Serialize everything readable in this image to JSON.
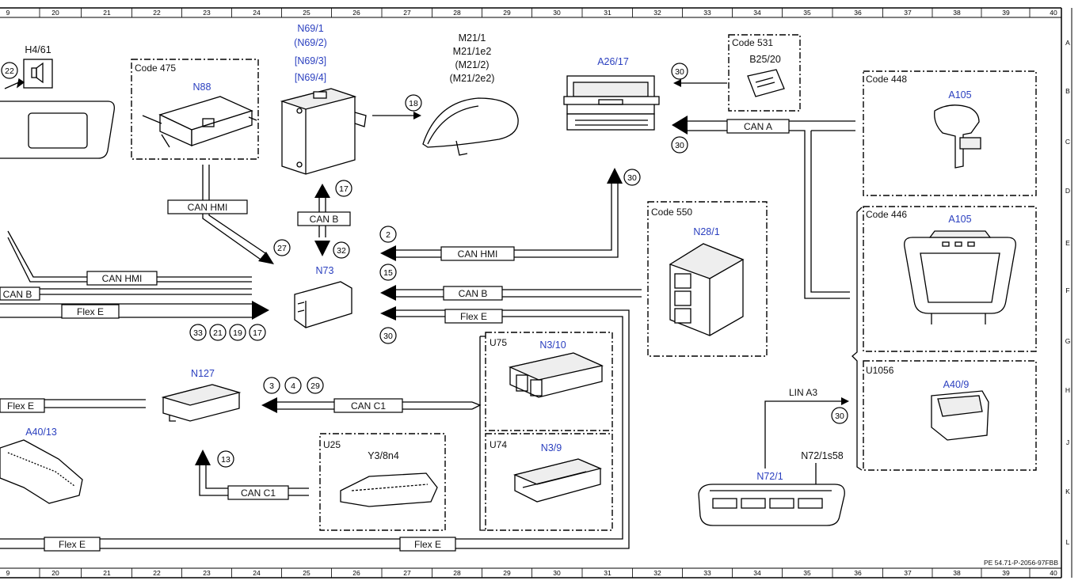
{
  "grid": {
    "columns": [
      "9",
      "20",
      "21",
      "22",
      "23",
      "24",
      "25",
      "26",
      "27",
      "28",
      "29",
      "30",
      "31",
      "32",
      "33",
      "34",
      "35",
      "36",
      "37",
      "38",
      "39",
      "40"
    ],
    "rows": [
      "A",
      "B",
      "C",
      "D",
      "E",
      "F",
      "G",
      "H",
      "J",
      "K",
      "L"
    ]
  },
  "document_code": "PE 54.71-P-2056-97FBB",
  "components": {
    "h4_61": "H4/61",
    "n88": "N88",
    "n69_1": "N69/1",
    "n69_2": "(N69/2)",
    "n69_3": "[N69/3]",
    "n69_4": "[N69/4]",
    "m21_1": "M21/1",
    "m21_1e2": "M21/1e2",
    "m21_2": "(M21/2)",
    "m21_2e2": "(M21/2e2)",
    "a26_17": "A26/17",
    "b25_20": "B25/20",
    "a105_a": "A105",
    "a105_b": "A105",
    "n28_1": "N28/1",
    "n73": "N73",
    "n3_10": "N3/10",
    "n3_9": "N3/9",
    "a40_9": "A40/9",
    "n127": "N127",
    "a40_13": "A40/13",
    "y3_8n4": "Y3/8n4",
    "n72_1": "N72/1",
    "n72_1s58": "N72/1s58"
  },
  "codes": {
    "c475": "Code 475",
    "c531": "Code 531",
    "c448": "Code 448",
    "c550": "Code 550",
    "c446": "Code 446",
    "u75": "U75",
    "u74": "U74",
    "u1056": "U1056",
    "u25": "U25"
  },
  "buses": {
    "can_hmi_1": "CAN HMI",
    "can_hmi_2": "CAN HMI",
    "can_hmi_3": "CAN HMI",
    "can_b_1": "CAN B",
    "can_b_2": "CAN B",
    "can_b_3": "CAN B",
    "flex_e_1": "Flex E",
    "flex_e_2": "Flex E",
    "flex_e_3": "Flex E",
    "flex_e_4": "Flex E",
    "flex_e_5": "Flex E",
    "can_a": "CAN A",
    "can_c1_1": "CAN C1",
    "can_c1_2": "CAN C1",
    "lin_a3": "LIN A3"
  },
  "refs": {
    "r22": "22",
    "r18": "18",
    "r30a": "30",
    "r30b": "30",
    "r30c": "30",
    "r17a": "17",
    "r32": "32",
    "r27": "27",
    "r2": "2",
    "r15": "15",
    "r30d": "30",
    "r33": "33",
    "r21": "21",
    "r19": "19",
    "r17b": "17",
    "r3": "3",
    "r4": "4",
    "r29": "29",
    "r13": "13",
    "r30e": "30"
  }
}
